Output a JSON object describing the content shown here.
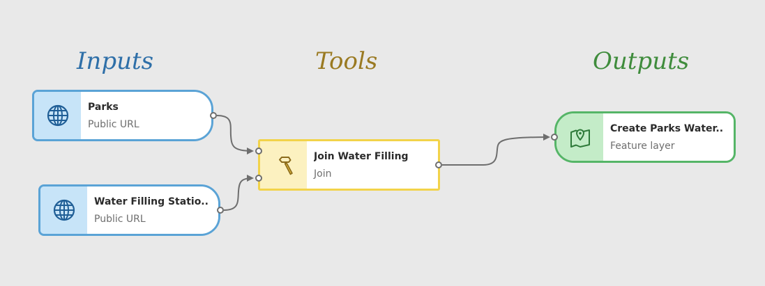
{
  "headings": {
    "inputs": "Inputs",
    "tools": "Tools",
    "outputs": "Outputs"
  },
  "colors": {
    "inputs_heading": "#2e6fa8",
    "tools_heading": "#9a7a22",
    "outputs_heading": "#3f8c3c",
    "input_border": "#5aa3d6",
    "tool_border": "#f2d34a",
    "output_border": "#55b567",
    "connector": "#6e6e6e"
  },
  "nodes": {
    "parks": {
      "title": "Parks",
      "subtitle": "Public URL",
      "icon": "globe-icon"
    },
    "water_filling_stations": {
      "title": "Water Filling Statio...",
      "subtitle": "Public URL",
      "icon": "globe-icon"
    },
    "join_water_filling": {
      "title": "Join Water Filling",
      "subtitle": "Join",
      "icon": "hammer-icon"
    },
    "create_parks_water": {
      "title": "Create Parks Water...",
      "subtitle": "Feature layer",
      "icon": "map-pin-icon"
    }
  },
  "connections": [
    {
      "from": "Parks",
      "to": "Join Water Filling"
    },
    {
      "from": "Water Filling Statio...",
      "to": "Join Water Filling"
    },
    {
      "from": "Join Water Filling",
      "to": "Create Parks Water..."
    }
  ]
}
